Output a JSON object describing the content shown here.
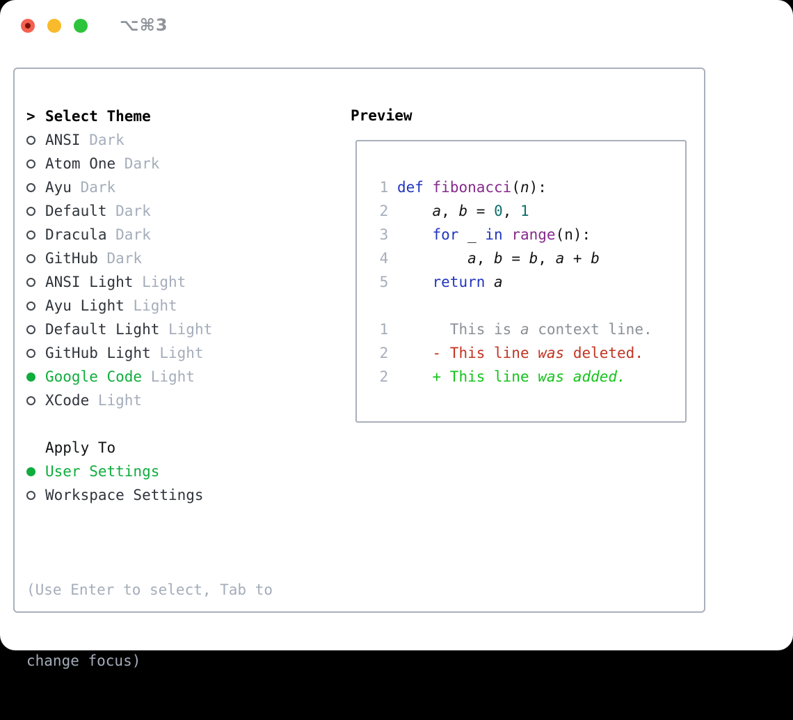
{
  "window": {
    "title": "⌥⌘3",
    "traffic_colors": {
      "close": "#f4604f",
      "close_dot": "#7c1207",
      "minimize": "#f9ba2b",
      "zoom": "#2dc43b"
    }
  },
  "picker": {
    "header_prefix": ">",
    "header_label": "Select Theme",
    "themes": [
      {
        "name": "ANSI",
        "variant": "Dark",
        "selected": false
      },
      {
        "name": "Atom One",
        "variant": "Dark",
        "selected": false
      },
      {
        "name": "Ayu",
        "variant": "Dark",
        "selected": false
      },
      {
        "name": "Default",
        "variant": "Dark",
        "selected": false
      },
      {
        "name": "Dracula",
        "variant": "Dark",
        "selected": false
      },
      {
        "name": "GitHub",
        "variant": "Dark",
        "selected": false
      },
      {
        "name": "ANSI Light",
        "variant": "Light",
        "selected": false
      },
      {
        "name": "Ayu Light",
        "variant": "Light",
        "selected": false
      },
      {
        "name": "Default Light",
        "variant": "Light",
        "selected": false
      },
      {
        "name": "GitHub Light",
        "variant": "Light",
        "selected": false
      },
      {
        "name": "Google Code",
        "variant": "Light",
        "selected": true
      },
      {
        "name": "XCode",
        "variant": "Light",
        "selected": false
      }
    ],
    "apply_to_label": "Apply To",
    "apply_options": [
      {
        "label": "User Settings",
        "selected": true
      },
      {
        "label": "Workspace Settings",
        "selected": false
      }
    ],
    "hint_lines": [
      "(Use Enter to select, Tab to",
      "change focus)"
    ],
    "selected_color": "#0fad3d"
  },
  "preview": {
    "label": "Preview",
    "lines": [
      {
        "kind": "code",
        "num": "1",
        "tokens": [
          [
            "kw",
            "def"
          ],
          [
            "pl",
            " "
          ],
          [
            "fn",
            "fibonacci"
          ],
          [
            "pl",
            "("
          ],
          [
            "pr",
            "n"
          ],
          [
            "pl",
            "):"
          ]
        ]
      },
      {
        "kind": "code",
        "num": "2",
        "tokens": [
          [
            "pl",
            "    "
          ],
          [
            "vr",
            "a"
          ],
          [
            "pl",
            ", "
          ],
          [
            "vr",
            "b"
          ],
          [
            "pl",
            " = "
          ],
          [
            "nm",
            "0"
          ],
          [
            "pl",
            ", "
          ],
          [
            "nm",
            "1"
          ]
        ]
      },
      {
        "kind": "code",
        "num": "3",
        "tokens": [
          [
            "pl",
            "    "
          ],
          [
            "kw",
            "for"
          ],
          [
            "pl",
            " _ "
          ],
          [
            "kw",
            "in"
          ],
          [
            "pl",
            " "
          ],
          [
            "fn",
            "range"
          ],
          [
            "pl",
            "(n):"
          ]
        ]
      },
      {
        "kind": "code",
        "num": "4",
        "tokens": [
          [
            "pl",
            "        "
          ],
          [
            "vr",
            "a"
          ],
          [
            "pl",
            ", "
          ],
          [
            "vr",
            "b"
          ],
          [
            "pl",
            " = "
          ],
          [
            "vr",
            "b"
          ],
          [
            "pl",
            ", "
          ],
          [
            "vr",
            "a"
          ],
          [
            "pl",
            " + "
          ],
          [
            "vr",
            "b"
          ]
        ]
      },
      {
        "kind": "code",
        "num": "5",
        "tokens": [
          [
            "pl",
            "    "
          ],
          [
            "kw",
            "return"
          ],
          [
            "pl",
            " "
          ],
          [
            "vr",
            "a"
          ]
        ]
      },
      {
        "kind": "blank",
        "num": "",
        "tokens": []
      },
      {
        "kind": "context-line",
        "num": "1",
        "tokens": [
          [
            "ctx",
            "      This is "
          ],
          [
            "ctxi",
            "a"
          ],
          [
            "ctx",
            " context line."
          ]
        ]
      },
      {
        "kind": "deleted-line",
        "num": "2",
        "tokens": [
          [
            "del",
            "    - This line "
          ],
          [
            "deli",
            "was"
          ],
          [
            "del",
            " deleted."
          ]
        ]
      },
      {
        "kind": "added-line",
        "num": "2",
        "tokens": [
          [
            "add",
            "    + This line "
          ],
          [
            "addi",
            "was added."
          ]
        ]
      }
    ],
    "syntax_colors": {
      "keyword": "#2135c0",
      "function": "#862a8c",
      "number": "#0d6e6e",
      "plain": "#141414",
      "line_number": "#a4adba",
      "context": "#8a9097",
      "deleted": "#c23522",
      "added": "#15c31c"
    }
  }
}
